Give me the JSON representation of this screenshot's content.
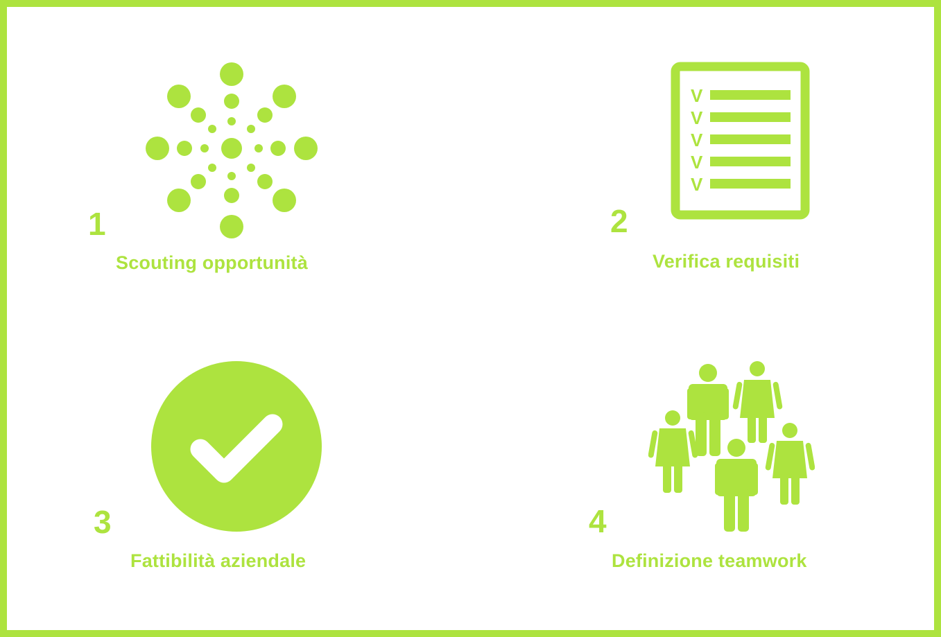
{
  "colors": {
    "accent": "#ade33f",
    "background": "#ffffff"
  },
  "steps": [
    {
      "number": "1",
      "label": "Scouting opportunità",
      "icon": "network-dots-icon"
    },
    {
      "number": "2",
      "label": "Verifica requisiti",
      "icon": "checklist-icon"
    },
    {
      "number": "3",
      "label": "Fattibilità aziendale",
      "icon": "check-circle-icon"
    },
    {
      "number": "4",
      "label": "Definizione teamwork",
      "icon": "team-people-icon"
    }
  ],
  "checklist": {
    "marks": [
      "V",
      "V",
      "V",
      "V",
      "V"
    ]
  }
}
